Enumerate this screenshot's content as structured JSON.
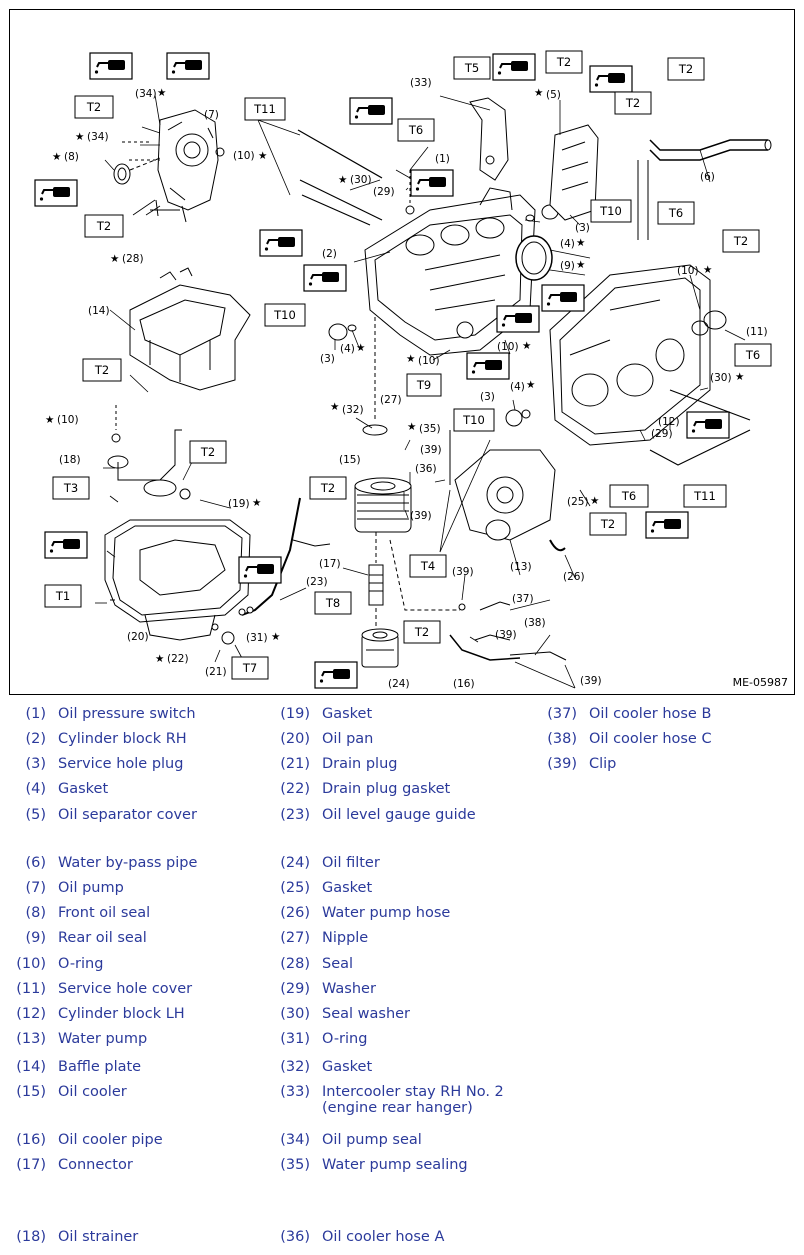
{
  "figure_id": "ME-05987",
  "callouts": {
    "t1": "T1",
    "t2": "T2",
    "t3": "T3",
    "t4": "T4",
    "t5": "T5",
    "t6": "T6",
    "t7": "T7",
    "t8": "T8",
    "t9": "T9",
    "t10": "T10",
    "t11": "T11"
  },
  "labels": {
    "n1": "(1)",
    "n2": "(2)",
    "n3": "(3)",
    "n4": "(4)",
    "n5": "(5)",
    "n6": "(6)",
    "n7": "(7)",
    "n8": "(8)",
    "n9": "(9)",
    "n10": "(10)",
    "n11": "(11)",
    "n12": "(12)",
    "n13": "(13)",
    "n14": "(14)",
    "n15": "(15)",
    "n16": "(16)",
    "n17": "(17)",
    "n18": "(18)",
    "n19": "(19)",
    "n20": "(20)",
    "n21": "(21)",
    "n22": "(22)",
    "n23": "(23)",
    "n24": "(24)",
    "n25": "(25)",
    "n26": "(26)",
    "n27": "(27)",
    "n28": "(28)",
    "n29": "(29)",
    "n30": "(30)",
    "n31": "(31)",
    "n32": "(32)",
    "n33": "(33)",
    "n34": "(34)",
    "n35": "(35)",
    "n36": "(36)",
    "n37": "(37)",
    "n38": "(38)",
    "n39": "(39)",
    "star": "★"
  },
  "parts": [
    {
      "num": "(1)",
      "name": "Oil pressure switch"
    },
    {
      "num": "(2)",
      "name": "Cylinder block RH"
    },
    {
      "num": "(3)",
      "name": "Service hole plug"
    },
    {
      "num": "(4)",
      "name": "Gasket"
    },
    {
      "num": "(5)",
      "name": "Oil separator cover"
    },
    {
      "num": "(6)",
      "name": "Water by-pass pipe"
    },
    {
      "num": "(7)",
      "name": "Oil pump"
    },
    {
      "num": "(8)",
      "name": "Front oil seal"
    },
    {
      "num": "(9)",
      "name": "Rear oil seal"
    },
    {
      "num": "(10)",
      "name": "O-ring"
    },
    {
      "num": "(11)",
      "name": "Service hole cover"
    },
    {
      "num": "(12)",
      "name": "Cylinder block LH"
    },
    {
      "num": "(13)",
      "name": "Water pump"
    },
    {
      "num": "(14)",
      "name": "Baffle plate"
    },
    {
      "num": "(15)",
      "name": "Oil cooler"
    },
    {
      "num": "(16)",
      "name": "Oil cooler pipe"
    },
    {
      "num": "(17)",
      "name": "Connector"
    },
    {
      "num": "(18)",
      "name": "Oil strainer"
    },
    {
      "num": "(19)",
      "name": "Gasket"
    },
    {
      "num": "(20)",
      "name": "Oil pan"
    },
    {
      "num": "(21)",
      "name": "Drain plug"
    },
    {
      "num": "(22)",
      "name": "Drain plug gasket"
    },
    {
      "num": "(23)",
      "name": "Oil level gauge guide"
    },
    {
      "num": "(24)",
      "name": "Oil filter"
    },
    {
      "num": "(25)",
      "name": "Gasket"
    },
    {
      "num": "(26)",
      "name": "Water pump hose"
    },
    {
      "num": "(27)",
      "name": "Nipple"
    },
    {
      "num": "(28)",
      "name": "Seal"
    },
    {
      "num": "(29)",
      "name": "Washer"
    },
    {
      "num": "(30)",
      "name": "Seal washer"
    },
    {
      "num": "(31)",
      "name": "O-ring"
    },
    {
      "num": "(32)",
      "name": "Gasket"
    },
    {
      "num": "(33)",
      "name": "Intercooler stay RH No. 2",
      "name2": "(engine rear hanger)"
    },
    {
      "num": "(34)",
      "name": "Oil pump seal"
    },
    {
      "num": "(35)",
      "name": "Water pump sealing"
    },
    {
      "num": "(36)",
      "name": "Oil cooler hose A"
    },
    {
      "num": "(37)",
      "name": "Oil cooler hose B"
    },
    {
      "num": "(38)",
      "name": "Oil cooler hose C"
    },
    {
      "num": "(39)",
      "name": "Clip"
    }
  ]
}
